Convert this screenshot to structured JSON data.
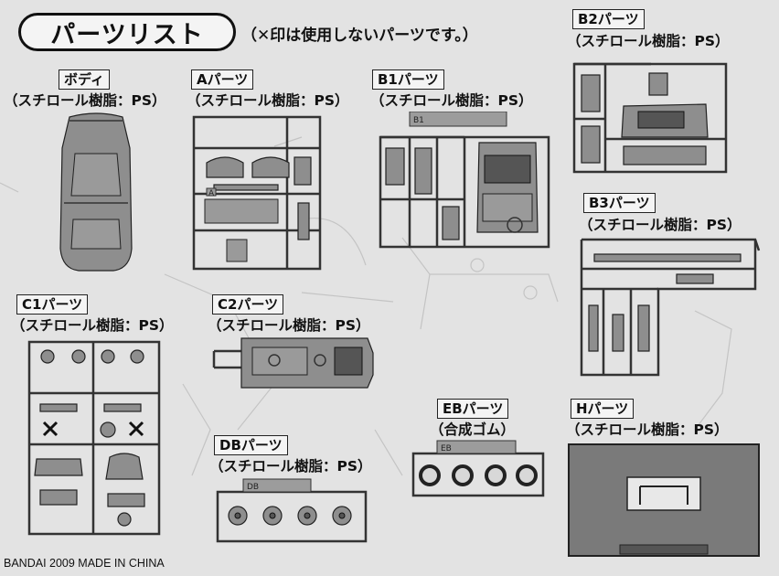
{
  "header": {
    "title": "パーツリスト",
    "note": "（✕印は使用しないパーツです。）"
  },
  "parts": {
    "body": {
      "name": "ボディ",
      "material": "（スチロール樹脂：PS）"
    },
    "a": {
      "name": "Aパーツ",
      "material": "（スチロール樹脂：PS）",
      "tag": "A"
    },
    "b1": {
      "name": "B1パーツ",
      "material": "（スチロール樹脂：PS）",
      "tag": "B1"
    },
    "b2": {
      "name": "B2パーツ",
      "material": "（スチロール樹脂：PS）"
    },
    "b3": {
      "name": "B3パーツ",
      "material": "（スチロール樹脂：PS）"
    },
    "c1": {
      "name": "C1パーツ",
      "material": "（スチロール樹脂：PS）"
    },
    "c2": {
      "name": "C2パーツ",
      "material": "（スチロール樹脂：PS）"
    },
    "db": {
      "name": "DBパーツ",
      "material": "（スチロール樹脂：PS）",
      "tag": "DB"
    },
    "eb": {
      "name": "EBパーツ",
      "material": "（合成ゴム）",
      "tag": "EB"
    },
    "h": {
      "name": "Hパーツ",
      "material": "（スチロール樹脂：PS）"
    }
  },
  "footer": {
    "text": "BANDAI 2009 MADE IN CHINA"
  },
  "colors": {
    "paper": "#e3e3e3",
    "plastic": "#8e8e8e",
    "ink": "#111111"
  }
}
